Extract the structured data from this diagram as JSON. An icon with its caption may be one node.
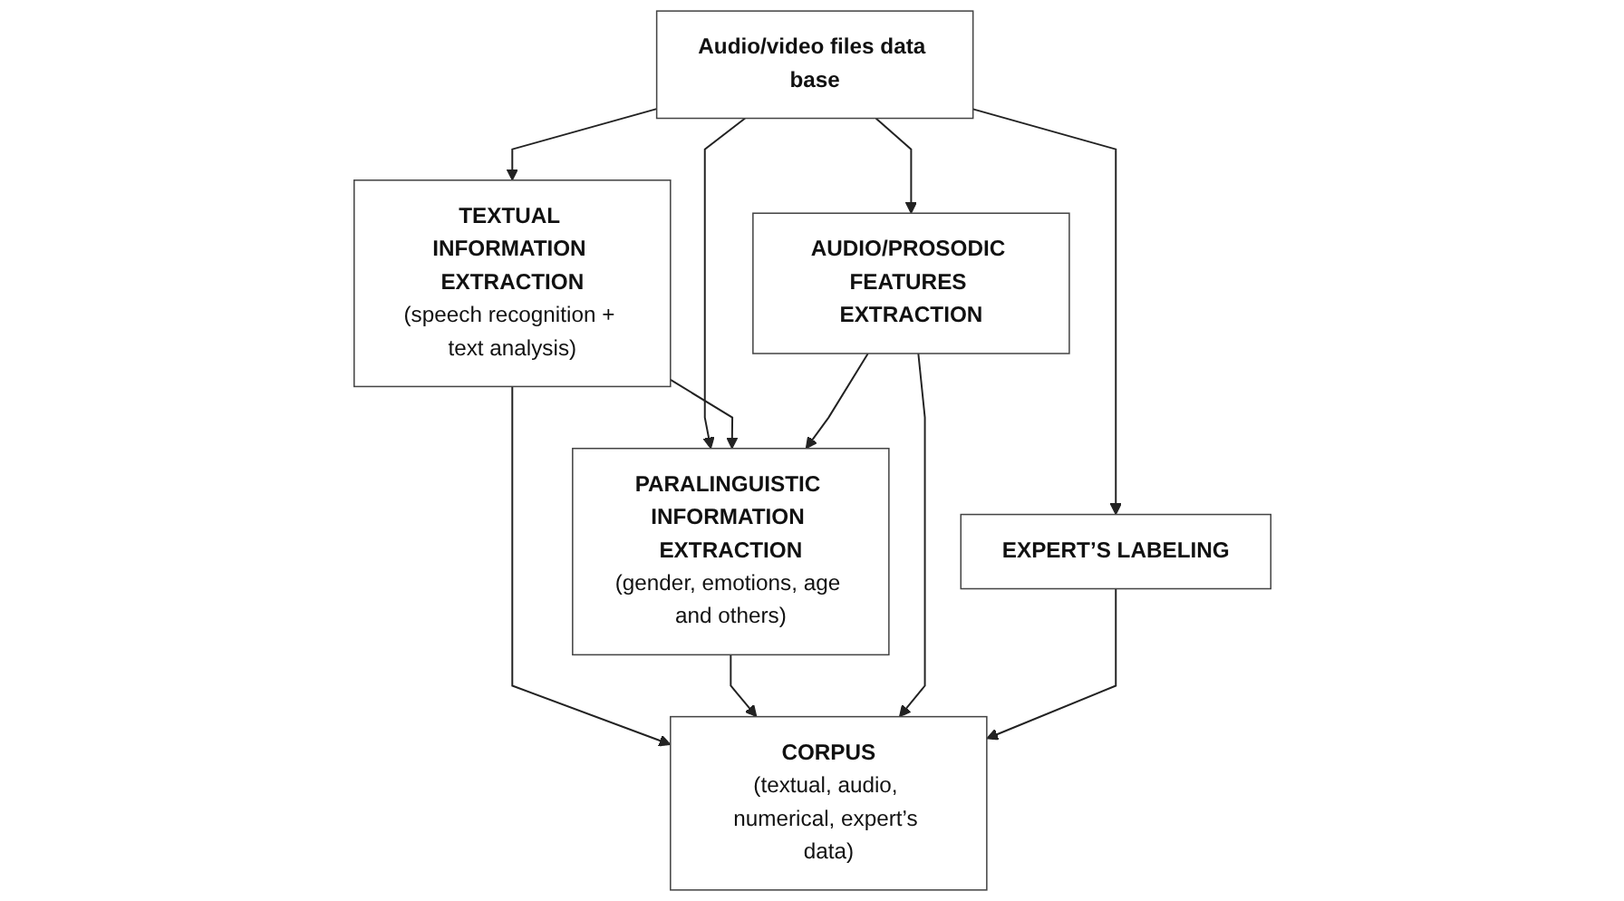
{
  "diagram": {
    "nodes": [
      {
        "text": [
          "Audio/video files data base"
        ]
      },
      {
        "text": [
          "TEXTUAL INFORMATION EXTRACTION",
          "(speech recognition + text analysis)"
        ]
      },
      {
        "text": [
          "PARALINGUISTIC INFORMATION EXTRACTION",
          "(gender, emotions, age and others)"
        ]
      },
      {
        "text": [
          "AUDIO/PROSODIC FEATURES EXTRACTION"
        ]
      },
      {
        "text": [
          "EXPERT’S LABELING"
        ]
      },
      {
        "text": [
          "CORPUS",
          "(textual, audio, numerical, expert’s data)"
        ]
      }
    ],
    "edges": [
      {
        "from": 0,
        "to": 1,
        "arrow": "to"
      },
      {
        "from": 0,
        "to": 2,
        "arrow": "to"
      },
      {
        "from": 0,
        "to": 3,
        "arrow": "to"
      },
      {
        "from": 0,
        "to": 4,
        "arrow": "to"
      },
      {
        "from": 1,
        "to": 2,
        "arrow": "to"
      },
      {
        "from": 3,
        "to": 2,
        "arrow": "to"
      },
      {
        "from": 1,
        "to": 5,
        "arrow": "to"
      },
      {
        "from": 2,
        "to": 5,
        "arrow": "to"
      },
      {
        "from": 3,
        "to": 5,
        "arrow": "to"
      },
      {
        "from": 4,
        "to": 5,
        "arrow": "to"
      }
    ]
  }
}
